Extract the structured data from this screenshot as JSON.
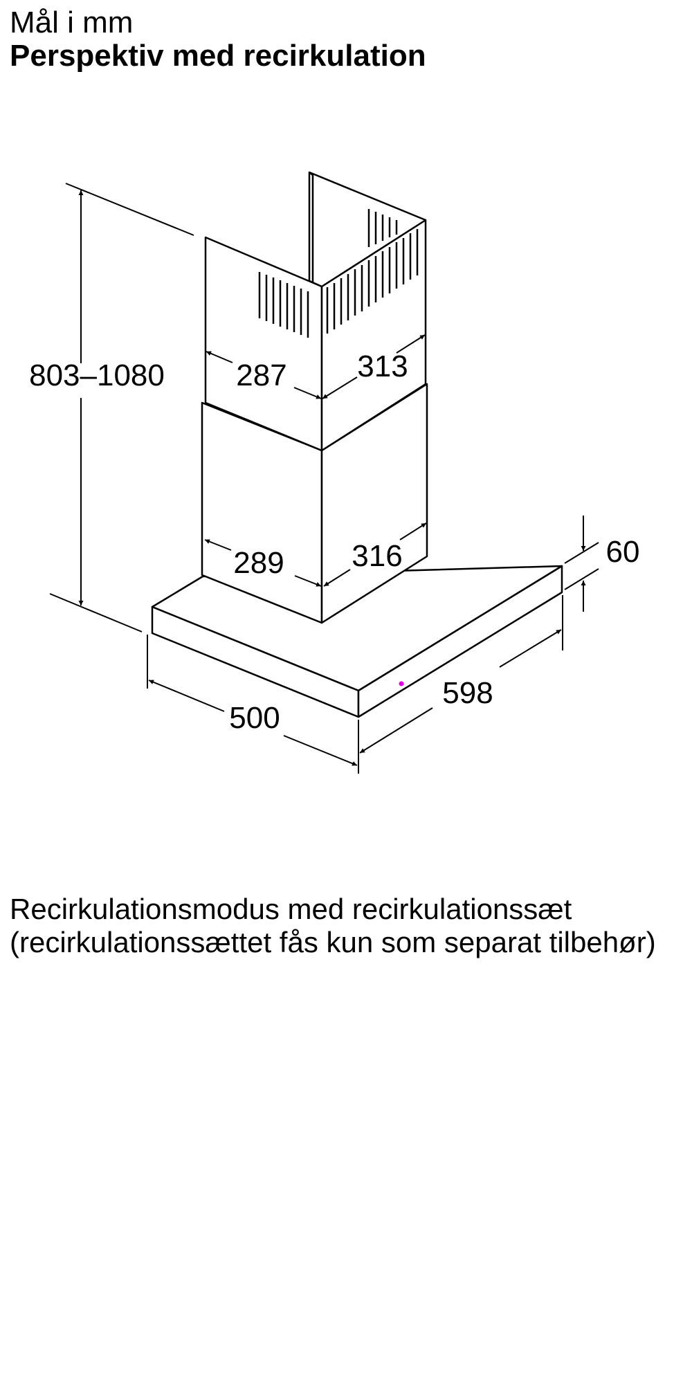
{
  "header": {
    "unit_label": "Mål i mm",
    "title": "Perspektiv med recirkulation"
  },
  "dimensions": {
    "height": "803–1080",
    "upper_chimney_depth": "287",
    "upper_chimney_width": "313",
    "lower_chimney_depth": "289",
    "lower_chimney_width": "316",
    "canopy_thickness": "60",
    "canopy_depth": "500",
    "canopy_width": "598"
  },
  "description": "Recirkulationsmodus med recirkulationssæt (recirkulationssættet fås kun som separat tilbehør)",
  "colors": {
    "line": "#000000",
    "background": "#ffffff",
    "marker": "#e000e0"
  }
}
